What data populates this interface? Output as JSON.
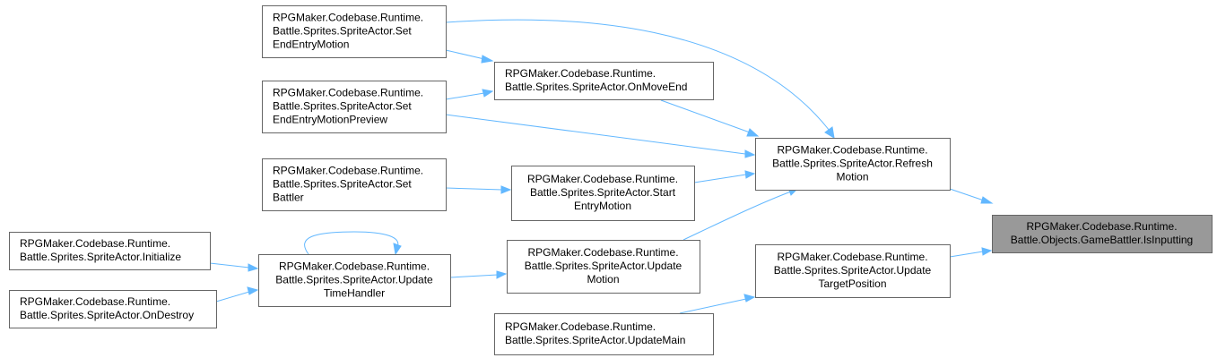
{
  "graph": {
    "colors": {
      "edge": "#63b8ff",
      "node_border": "#666666",
      "focus_fill": "#999999",
      "node_fill": "#ffffff"
    },
    "nodes": {
      "setEndEntryMotion": {
        "lines": [
          "RPGMaker.Codebase.Runtime.",
          "Battle.Sprites.SpriteActor.Set",
          "EndEntryMotion"
        ]
      },
      "onMoveEnd": {
        "lines": [
          "RPGMaker.Codebase.Runtime.",
          "Battle.Sprites.SpriteActor.OnMoveEnd"
        ]
      },
      "setEndEntryMotionPreview": {
        "lines": [
          "RPGMaker.Codebase.Runtime.",
          "Battle.Sprites.SpriteActor.Set",
          "EndEntryMotionPreview"
        ]
      },
      "refreshMotion": {
        "lines": [
          "RPGMaker.Codebase.Runtime.",
          "Battle.Sprites.SpriteActor.Refresh",
          "Motion"
        ]
      },
      "setBattler": {
        "lines": [
          "RPGMaker.Codebase.Runtime.",
          "Battle.Sprites.SpriteActor.Set",
          "Battler"
        ]
      },
      "startEntryMotion": {
        "lines": [
          "RPGMaker.Codebase.Runtime.",
          "Battle.Sprites.SpriteActor.Start",
          "EntryMotion"
        ]
      },
      "isInputting": {
        "lines": [
          "RPGMaker.Codebase.Runtime.",
          "Battle.Objects.GameBattler.IsInputting"
        ]
      },
      "initialize": {
        "lines": [
          "RPGMaker.Codebase.Runtime.",
          "Battle.Sprites.SpriteActor.Initialize"
        ]
      },
      "updateTimeHandler": {
        "lines": [
          "RPGMaker.Codebase.Runtime.",
          "Battle.Sprites.SpriteActor.Update",
          "TimeHandler"
        ]
      },
      "updateMotion": {
        "lines": [
          "RPGMaker.Codebase.Runtime.",
          "Battle.Sprites.SpriteActor.Update",
          "Motion"
        ]
      },
      "updateTargetPosition": {
        "lines": [
          "RPGMaker.Codebase.Runtime.",
          "Battle.Sprites.SpriteActor.Update",
          "TargetPosition"
        ]
      },
      "onDestroy": {
        "lines": [
          "RPGMaker.Codebase.Runtime.",
          "Battle.Sprites.SpriteActor.OnDestroy"
        ]
      },
      "updateMain": {
        "lines": [
          "RPGMaker.Codebase.Runtime.",
          "Battle.Sprites.SpriteActor.UpdateMain"
        ]
      }
    },
    "edges": [
      [
        "setEndEntryMotion",
        "onMoveEnd"
      ],
      [
        "setEndEntryMotion",
        "refreshMotion"
      ],
      [
        "setEndEntryMotionPreview",
        "onMoveEnd"
      ],
      [
        "setEndEntryMotionPreview",
        "refreshMotion"
      ],
      [
        "onMoveEnd",
        "refreshMotion"
      ],
      [
        "setBattler",
        "startEntryMotion"
      ],
      [
        "startEntryMotion",
        "refreshMotion"
      ],
      [
        "updateMotion",
        "refreshMotion"
      ],
      [
        "refreshMotion",
        "isInputting"
      ],
      [
        "updateTargetPosition",
        "isInputting"
      ],
      [
        "initialize",
        "updateTimeHandler"
      ],
      [
        "onDestroy",
        "updateTimeHandler"
      ],
      [
        "updateTimeHandler",
        "updateTimeHandler"
      ],
      [
        "updateTimeHandler",
        "updateMotion"
      ],
      [
        "updateMain",
        "updateTargetPosition"
      ]
    ]
  }
}
